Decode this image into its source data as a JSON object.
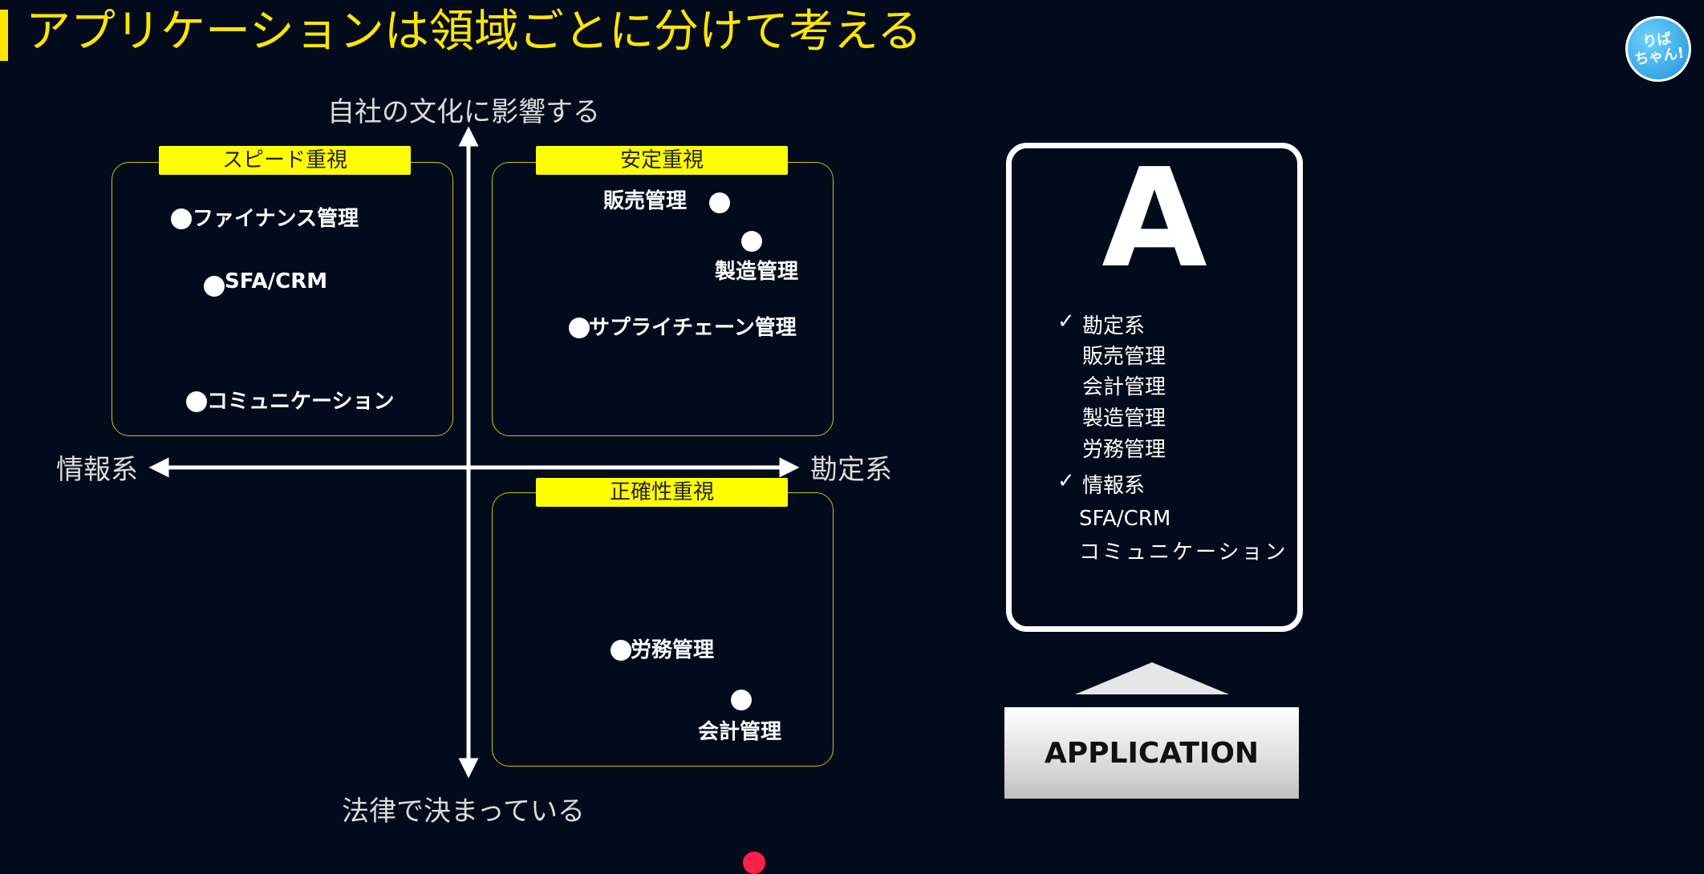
{
  "title": "アプリケーションは領域ごとに分けて考える",
  "avatar": {
    "line1": "りば",
    "line2": "ちゃん!"
  },
  "axes": {
    "top": "自社の文化に影響する",
    "bottom": "法律で決まっている",
    "left": "情報系",
    "right": "勘定系"
  },
  "quadrants": {
    "speed": {
      "tag": "スピード重視",
      "items": [
        "ファイナンス管理",
        "SFA/CRM",
        "コミュニケーション"
      ]
    },
    "stability": {
      "tag": "安定重視",
      "items": [
        "販売管理",
        "製造管理",
        "サプライチェーン管理"
      ]
    },
    "accuracy": {
      "tag": "正確性重視",
      "items": [
        "労務管理",
        "会計管理"
      ]
    }
  },
  "card": {
    "letter": "A",
    "check": "✓",
    "group1": {
      "label": "勘定系",
      "items": [
        "販売管理",
        "会計管理",
        "製造管理",
        "労務管理"
      ]
    },
    "group2": {
      "label": "情報系",
      "items": [
        "SFA/CRM",
        "コミュニケーション"
      ]
    }
  },
  "application_label": "APPLICATION",
  "colors": {
    "accent": "#ffe600",
    "background": "#020b1c",
    "tag": "#ffff00"
  }
}
